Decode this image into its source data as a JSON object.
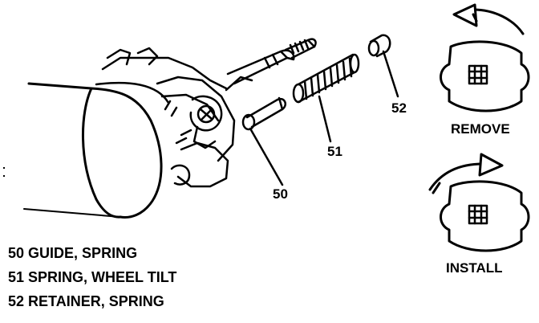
{
  "callouts": {
    "c50": "50",
    "c51": "51",
    "c52": "52"
  },
  "legend": [
    {
      "number": "50",
      "text": "GUIDE, SPRING"
    },
    {
      "number": "51",
      "text": "SPRING, WHEEL TILT"
    },
    {
      "number": "52",
      "text": "RETAINER, SPRING"
    }
  ],
  "rotation_panels": {
    "remove": {
      "label": "REMOVE",
      "direction": "counterclockwise"
    },
    "install": {
      "label": "INSTALL",
      "direction": "clockwise"
    }
  },
  "colors": {
    "ink": "#000000",
    "paper": "#ffffff"
  }
}
